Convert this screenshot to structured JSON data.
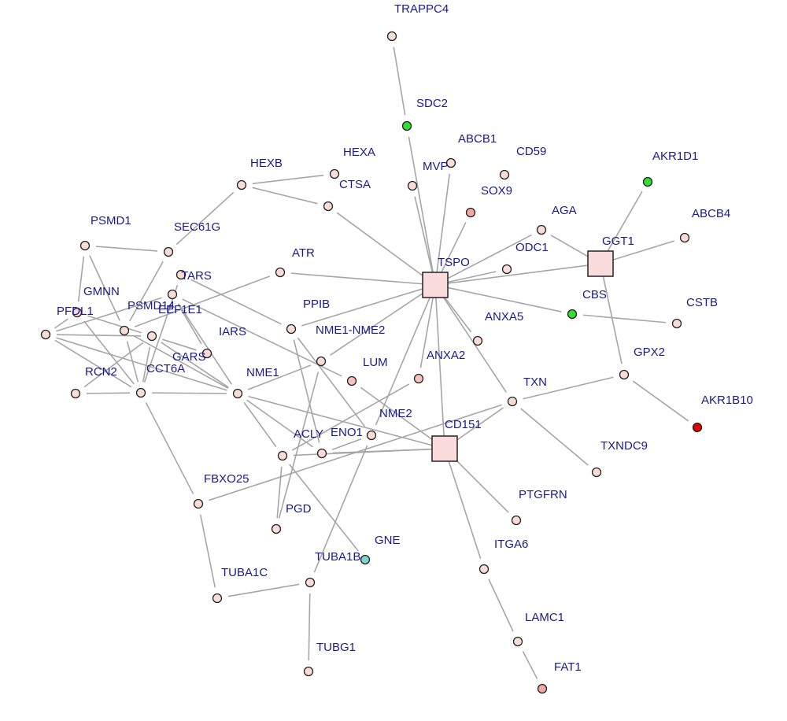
{
  "colors": {
    "default": "#f9dcd6",
    "hub": "#fbdcdc",
    "green": "#33dd33",
    "red": "#e00000",
    "salmon": "#f2a8a2",
    "pink": "#f6c2bd",
    "cyan": "#7fd3cf",
    "edge": "#a6a6a6",
    "label": "#1a1a8c"
  },
  "nodes": [
    {
      "id": "TRAPPC4",
      "label": "TRAPPC4",
      "color": "default",
      "shape": "circle"
    },
    {
      "id": "SDC2",
      "label": "SDC2",
      "color": "green",
      "shape": "circle"
    },
    {
      "id": "ABCB1",
      "label": "ABCB1",
      "color": "default",
      "shape": "circle"
    },
    {
      "id": "MVP",
      "label": "MVP",
      "color": "default",
      "shape": "circle"
    },
    {
      "id": "CD59",
      "label": "CD59",
      "color": "default",
      "shape": "circle"
    },
    {
      "id": "SOX9",
      "label": "SOX9",
      "color": "salmon",
      "shape": "circle"
    },
    {
      "id": "AKR1D1",
      "label": "AKR1D1",
      "color": "green",
      "shape": "circle"
    },
    {
      "id": "HEXB",
      "label": "HEXB",
      "color": "default",
      "shape": "circle"
    },
    {
      "id": "HEXA",
      "label": "HEXA",
      "color": "default",
      "shape": "circle"
    },
    {
      "id": "CTSA",
      "label": "CTSA",
      "color": "default",
      "shape": "circle"
    },
    {
      "id": "AGA",
      "label": "AGA",
      "color": "default",
      "shape": "circle"
    },
    {
      "id": "ABCB4",
      "label": "ABCB4",
      "color": "default",
      "shape": "circle"
    },
    {
      "id": "GGT1",
      "label": "GGT1",
      "color": "hub",
      "shape": "square"
    },
    {
      "id": "PSMD1",
      "label": "PSMD1",
      "color": "default",
      "shape": "circle"
    },
    {
      "id": "SEC61G",
      "label": "SEC61G",
      "color": "default",
      "shape": "circle"
    },
    {
      "id": "ODC1",
      "label": "ODC1",
      "color": "default",
      "shape": "circle"
    },
    {
      "id": "ATR",
      "label": "ATR",
      "color": "default",
      "shape": "circle"
    },
    {
      "id": "TSPO",
      "label": "TSPO",
      "color": "hub",
      "shape": "square"
    },
    {
      "id": "TARS",
      "label": "TARS",
      "color": "default",
      "shape": "circle"
    },
    {
      "id": "GMNN",
      "label": "GMNN",
      "color": "default",
      "shape": "circle"
    },
    {
      "id": "CBS",
      "label": "CBS",
      "color": "green",
      "shape": "circle"
    },
    {
      "id": "CSTB",
      "label": "CSTB",
      "color": "default",
      "shape": "circle"
    },
    {
      "id": "PSMD14",
      "label": "PSMD14",
      "color": "default",
      "shape": "circle"
    },
    {
      "id": "PFDN1",
      "label": "PFDL1",
      "color": "default",
      "shape": "circle"
    },
    {
      "id": "EEF1E1",
      "label": "EEF1E1",
      "color": "default",
      "shape": "circle"
    },
    {
      "id": "PPIB",
      "label": "PPIB",
      "color": "default",
      "shape": "circle"
    },
    {
      "id": "ANXA5",
      "label": "ANXA5",
      "color": "default",
      "shape": "circle"
    },
    {
      "id": "IARS",
      "label": "IARS",
      "color": "default",
      "shape": "circle"
    },
    {
      "id": "NME1-NME2",
      "label": "NME1-NME2",
      "color": "default",
      "shape": "circle"
    },
    {
      "id": "GPX2",
      "label": "GPX2",
      "color": "default",
      "shape": "circle"
    },
    {
      "id": "GARS",
      "label": "GARS",
      "color": "default",
      "shape": "circle"
    },
    {
      "id": "LUM",
      "label": "LUM",
      "color": "pink",
      "shape": "circle"
    },
    {
      "id": "ANXA2",
      "label": "ANXA2",
      "color": "pink",
      "shape": "circle"
    },
    {
      "id": "RCN2",
      "label": "RCN2",
      "color": "default",
      "shape": "circle"
    },
    {
      "id": "CCT6A",
      "label": "CCT6A",
      "color": "default",
      "shape": "circle"
    },
    {
      "id": "NME1",
      "label": "NME1",
      "color": "default",
      "shape": "circle"
    },
    {
      "id": "TXN",
      "label": "TXN",
      "color": "default",
      "shape": "circle"
    },
    {
      "id": "AKR1B10",
      "label": "AKR1B10",
      "color": "red",
      "shape": "circle"
    },
    {
      "id": "NME2",
      "label": "NME2",
      "color": "default",
      "shape": "circle"
    },
    {
      "id": "CD151",
      "label": "CD151",
      "color": "hub",
      "shape": "square"
    },
    {
      "id": "ACLY",
      "label": "ACLY",
      "color": "default",
      "shape": "circle"
    },
    {
      "id": "ENO1",
      "label": "ENO1",
      "color": "default",
      "shape": "circle"
    },
    {
      "id": "TXNDC9",
      "label": "TXNDC9",
      "color": "default",
      "shape": "circle"
    },
    {
      "id": "FBXO25",
      "label": "FBXO25",
      "color": "default",
      "shape": "circle"
    },
    {
      "id": "PTGFRN",
      "label": "PTGFRN",
      "color": "default",
      "shape": "circle"
    },
    {
      "id": "PGD",
      "label": "PGD",
      "color": "default",
      "shape": "circle"
    },
    {
      "id": "GNE",
      "label": "GNE",
      "color": "cyan",
      "shape": "circle"
    },
    {
      "id": "ITGA6",
      "label": "ITGA6",
      "color": "default",
      "shape": "circle"
    },
    {
      "id": "TUBA1B",
      "label": "TUBA1B",
      "color": "default",
      "shape": "circle"
    },
    {
      "id": "TUBA1C",
      "label": "TUBA1C",
      "color": "default",
      "shape": "circle"
    },
    {
      "id": "LAMC1",
      "label": "LAMC1",
      "color": "default",
      "shape": "circle"
    },
    {
      "id": "TUBG1",
      "label": "TUBG1",
      "color": "default",
      "shape": "circle"
    },
    {
      "id": "FAT1",
      "label": "FAT1",
      "color": "salmon",
      "shape": "circle"
    }
  ],
  "edges": [
    [
      "TRAPPC4",
      "SDC2"
    ],
    [
      "SDC2",
      "TSPO"
    ],
    [
      "MVP",
      "TSPO"
    ],
    [
      "ABCB1",
      "TSPO"
    ],
    [
      "SOX9",
      "TSPO"
    ],
    [
      "CTSA",
      "TSPO"
    ],
    [
      "HEXB",
      "HEXA"
    ],
    [
      "HEXB",
      "CTSA"
    ],
    [
      "HEXB",
      "SEC61G"
    ],
    [
      "AKR1D1",
      "GGT1"
    ],
    [
      "GGT1",
      "ABCB4"
    ],
    [
      "AGA",
      "GGT1"
    ],
    [
      "TSPO",
      "GGT1"
    ],
    [
      "TSPO",
      "ODC1"
    ],
    [
      "TSPO",
      "AGA"
    ],
    [
      "TSPO",
      "CBS"
    ],
    [
      "CBS",
      "CSTB"
    ],
    [
      "GGT1",
      "GPX2"
    ],
    [
      "GPX2",
      "AKR1B10"
    ],
    [
      "GPX2",
      "TXN"
    ],
    [
      "TSPO",
      "ATR"
    ],
    [
      "TSPO",
      "ANXA5"
    ],
    [
      "TSPO",
      "TXN"
    ],
    [
      "TSPO",
      "NME1-NME2"
    ],
    [
      "TSPO",
      "PPIB"
    ],
    [
      "TSPO",
      "ANXA2"
    ],
    [
      "TSPO",
      "CD151"
    ],
    [
      "TSPO",
      "NME2"
    ],
    [
      "TXN",
      "TXNDC9"
    ],
    [
      "TXN",
      "CD151"
    ],
    [
      "CD151",
      "PTGFRN"
    ],
    [
      "CD151",
      "ITGA6"
    ],
    [
      "CD151",
      "LUM"
    ],
    [
      "CD151",
      "ACLY"
    ],
    [
      "ITGA6",
      "LAMC1"
    ],
    [
      "LAMC1",
      "FAT1"
    ],
    [
      "PSMD1",
      "SEC61G"
    ],
    [
      "PSMD1",
      "PSMD14"
    ],
    [
      "PSMD1",
      "GMNN"
    ],
    [
      "SEC61G",
      "PSMD14"
    ],
    [
      "ATR",
      "PSMD14"
    ],
    [
      "TARS",
      "PPIB"
    ],
    [
      "TARS",
      "CCT6A"
    ],
    [
      "GMNN",
      "CCT6A"
    ],
    [
      "GMNN",
      "EEF1E1"
    ],
    [
      "PFDN1",
      "GMNN"
    ],
    [
      "PFDN1",
      "EEF1E1"
    ],
    [
      "PFDN1",
      "CCT6A"
    ],
    [
      "PFDN1",
      "NME1"
    ],
    [
      "PFDN1",
      "GARS"
    ],
    [
      "EEF1E1",
      "NME1"
    ],
    [
      "EEF1E1",
      "RCN2"
    ],
    [
      "EEF1E1",
      "CCT6A"
    ],
    [
      "EEF1E1",
      "IARS"
    ],
    [
      "PSMD14",
      "NME1"
    ],
    [
      "PSMD14",
      "CCT6A"
    ],
    [
      "GARS",
      "NME1"
    ],
    [
      "GARS",
      "LUM"
    ],
    [
      "RCN2",
      "CCT6A"
    ],
    [
      "CCT6A",
      "NME1"
    ],
    [
      "CCT6A",
      "FBXO25"
    ],
    [
      "NME1",
      "NME1-NME2"
    ],
    [
      "NME1",
      "ACLY"
    ],
    [
      "NME1",
      "ENO1"
    ],
    [
      "NME1",
      "CD151"
    ],
    [
      "PPIB",
      "ACLY"
    ],
    [
      "PPIB",
      "NME2"
    ],
    [
      "NME1-NME2",
      "PGD"
    ],
    [
      "NME2",
      "ACLY"
    ],
    [
      "ENO1",
      "PGD"
    ],
    [
      "ENO1",
      "GNE"
    ],
    [
      "ENO1",
      "CD151"
    ],
    [
      "ENO1",
      "ANXA2"
    ],
    [
      "NME2",
      "TUBA1B"
    ],
    [
      "FBXO25",
      "TXN"
    ],
    [
      "FBXO25",
      "TUBA1C"
    ],
    [
      "TUBA1B",
      "TUBA1C"
    ],
    [
      "TUBA1B",
      "TUBG1"
    ],
    [
      "GARS",
      "IARS"
    ]
  ]
}
